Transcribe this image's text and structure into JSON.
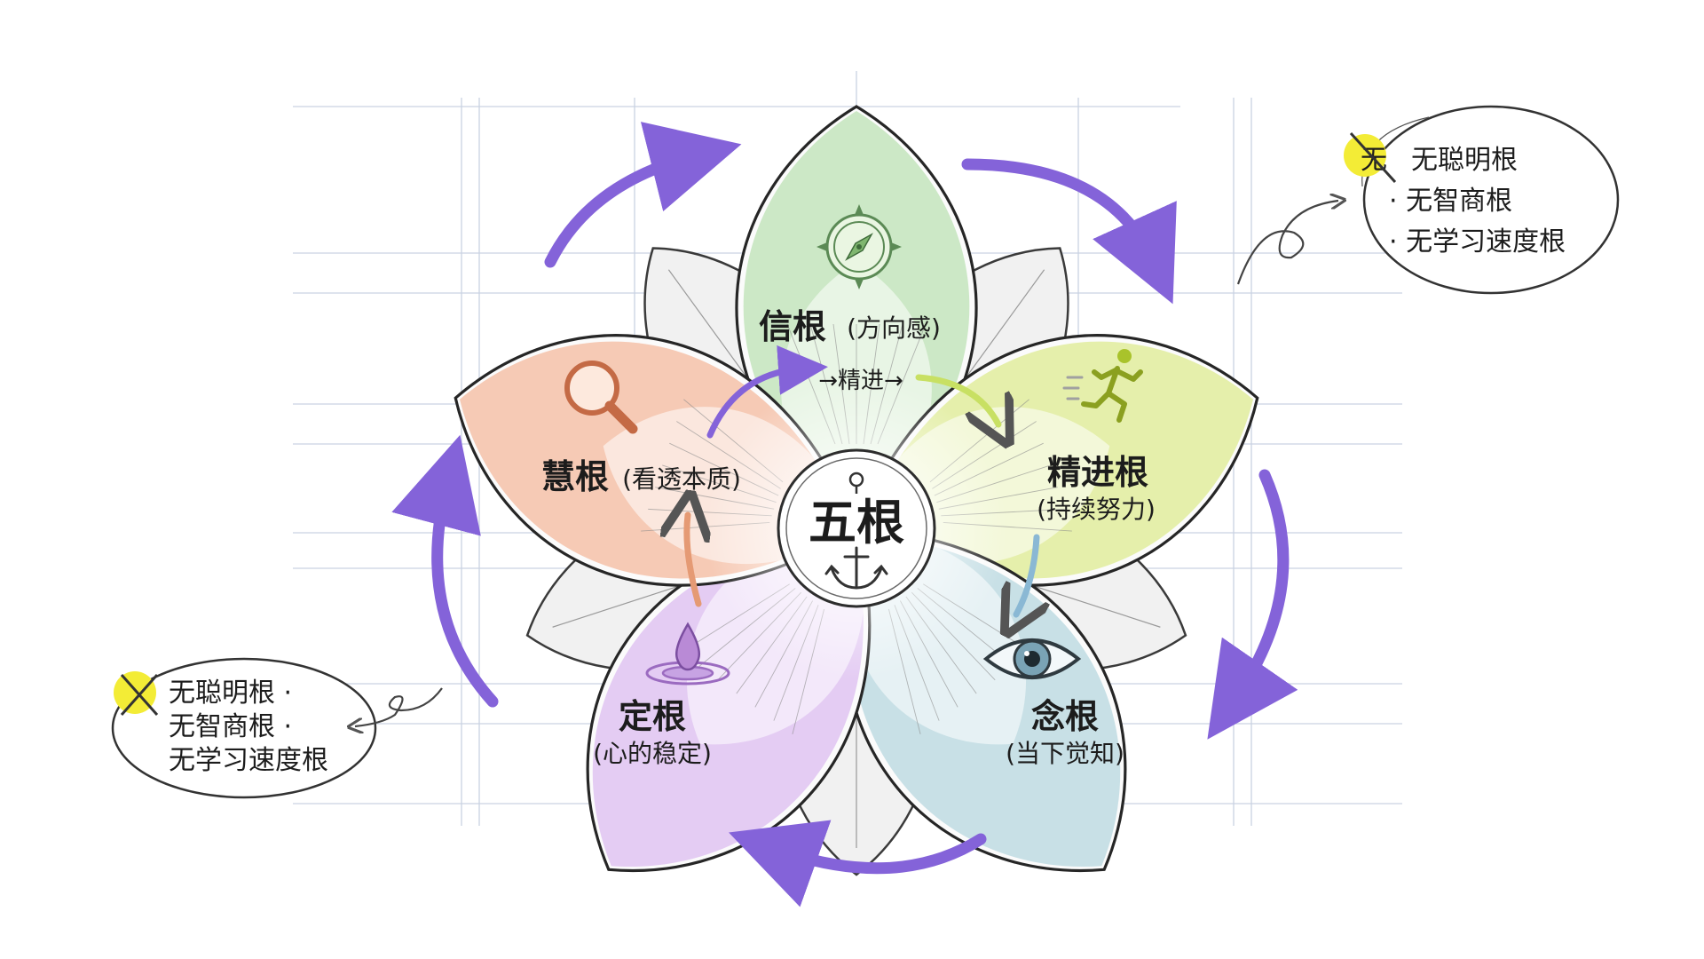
{
  "center": {
    "label": "五根"
  },
  "petals": [
    {
      "id": "xin",
      "title": "信根",
      "subtitle": "(方向感)",
      "color": "#a6d99a",
      "icon": "compass-icon"
    },
    {
      "id": "jingjin",
      "title": "精进根",
      "subtitle": "(持续努力)",
      "color": "#d3e56a",
      "icon": "running-person-icon"
    },
    {
      "id": "nian",
      "title": "念根",
      "subtitle": "(当下觉知)",
      "color": "#9fcad6",
      "icon": "eye-icon"
    },
    {
      "id": "ding",
      "title": "定根",
      "subtitle": "(心的稳定)",
      "color": "#d2a6ec",
      "icon": "water-drop-icon"
    },
    {
      "id": "hui",
      "title": "慧根",
      "subtitle": "(看透本质)",
      "color": "#f2a27c",
      "icon": "magnifier-icon"
    }
  ],
  "flow_label": "→精进→",
  "notes": {
    "right": {
      "mark": "无",
      "lines": [
        "无聪明根",
        "· 无智商根",
        "· 无学习速度根"
      ]
    },
    "left": {
      "lines": [
        "无聪明根 ·",
        "无智商根 ·",
        "无学习速度根"
      ]
    }
  },
  "colors": {
    "cycle_arrow": "#8463d9",
    "inner_orange": "#e59a74",
    "inner_green": "#c8e063",
    "inner_blue": "#8ab8d4",
    "highlight": "#f3ec36"
  }
}
